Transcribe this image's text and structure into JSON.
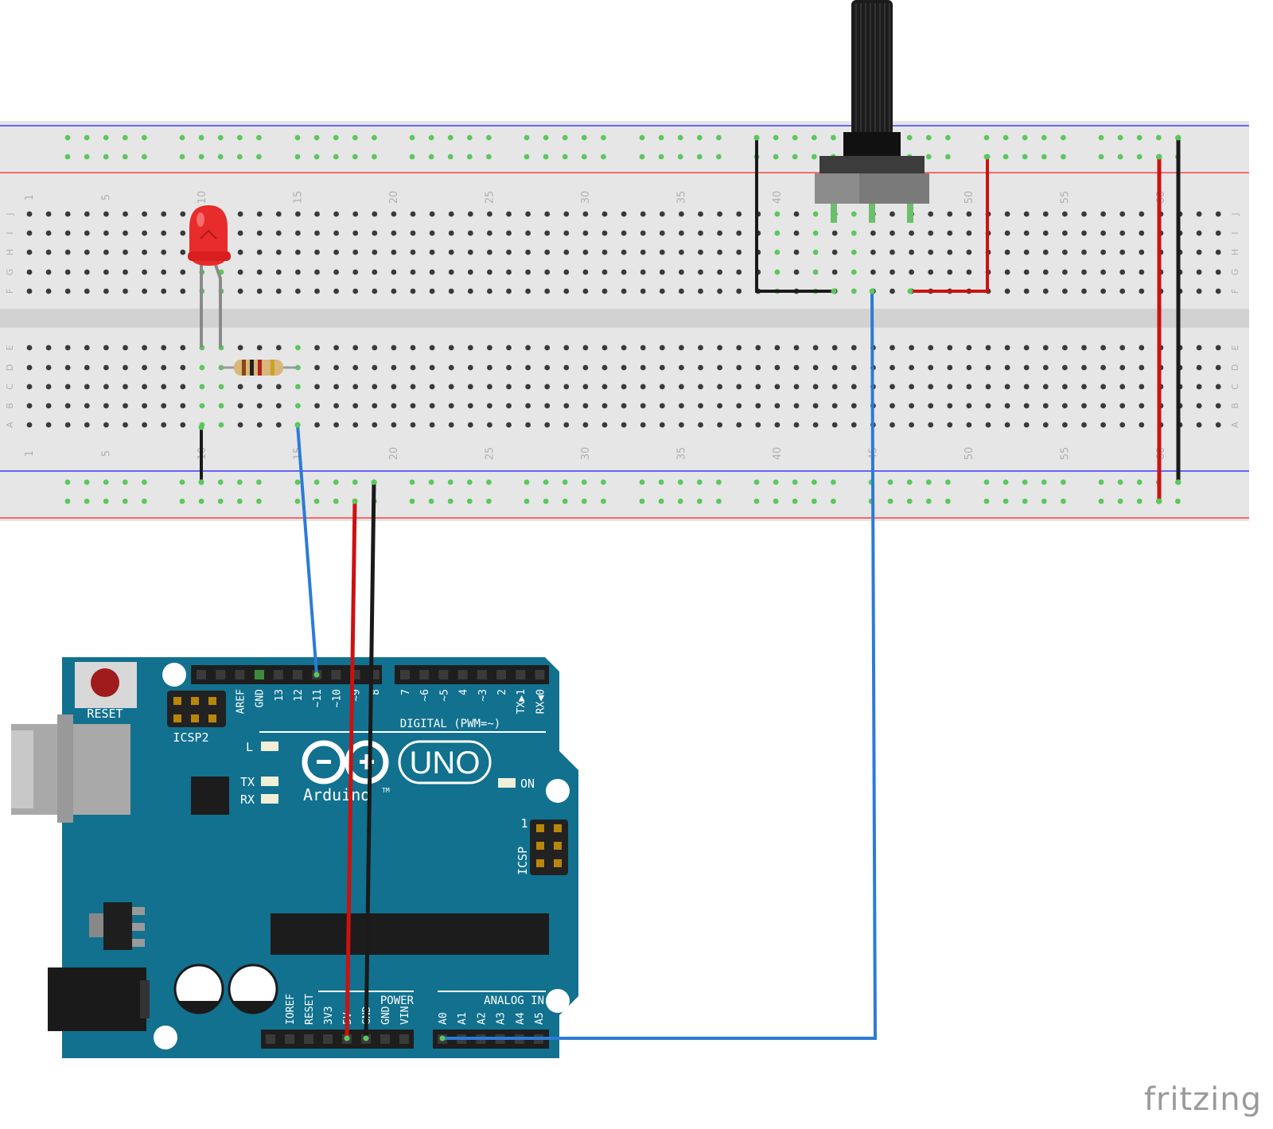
{
  "watermark": "fritzing",
  "breadboard": {
    "column_numbers": [
      "1",
      "5",
      "10",
      "15",
      "20",
      "25",
      "30",
      "35",
      "40",
      "45",
      "50",
      "55",
      "60"
    ],
    "row_letters_top": [
      "J",
      "I",
      "H",
      "G",
      "F"
    ],
    "row_letters_bottom": [
      "E",
      "D",
      "C",
      "B",
      "A"
    ]
  },
  "arduino": {
    "reset_label": "RESET",
    "icsp2_label": "ICSP2",
    "icsp_label": "ICSP",
    "icsp_pin1": "1",
    "digital_header_label": "DIGITAL (PWM=~)",
    "digital_pins": [
      "AREF",
      "GND",
      "13",
      "12",
      "~11",
      "~10",
      "~9",
      "8",
      "7",
      "~6",
      "~5",
      "4",
      "~3",
      "2",
      "TX▶1",
      "RX◀0"
    ],
    "led_l": "L",
    "led_tx": "TX",
    "led_rx": "RX",
    "led_on": "ON",
    "brand": "Arduino",
    "trademark": "TM",
    "model": "UNO",
    "power_header_label": "POWER",
    "power_pins": [
      "IOREF",
      "RESET",
      "3V3",
      "5V",
      "GND",
      "GND",
      "VIN"
    ],
    "analog_header_label": "ANALOG IN",
    "analog_pins": [
      "A0",
      "A1",
      "A2",
      "A3",
      "A4",
      "A5"
    ]
  },
  "colors": {
    "pcb": "#11718f",
    "wire_red": "#cc1111",
    "wire_black": "#1a1a1a",
    "wire_blue": "#2c7bd6",
    "led": "#e82b2b",
    "breadboard": "#e6e6e6"
  }
}
